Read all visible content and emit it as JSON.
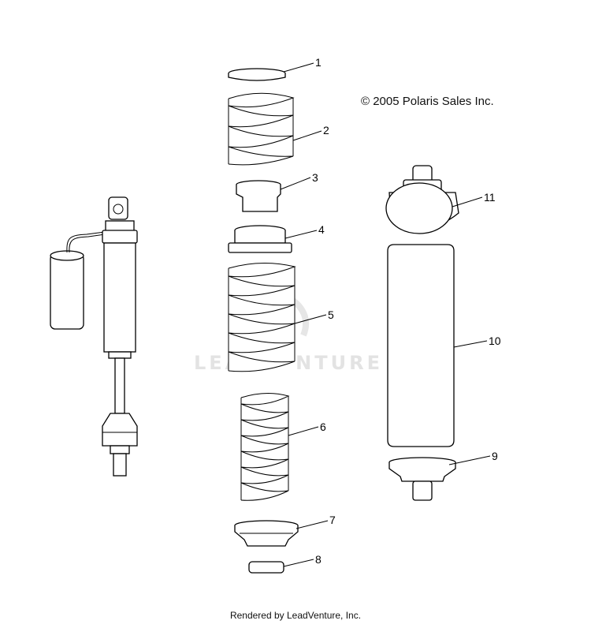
{
  "copyright": "© 2005 Polaris Sales Inc.",
  "footer": "Rendered by LeadVenture, Inc.",
  "watermark": "LEADVENTURE",
  "callouts": [
    "1",
    "2",
    "3",
    "4",
    "5",
    "6",
    "7",
    "8",
    "9",
    "10",
    "11"
  ]
}
